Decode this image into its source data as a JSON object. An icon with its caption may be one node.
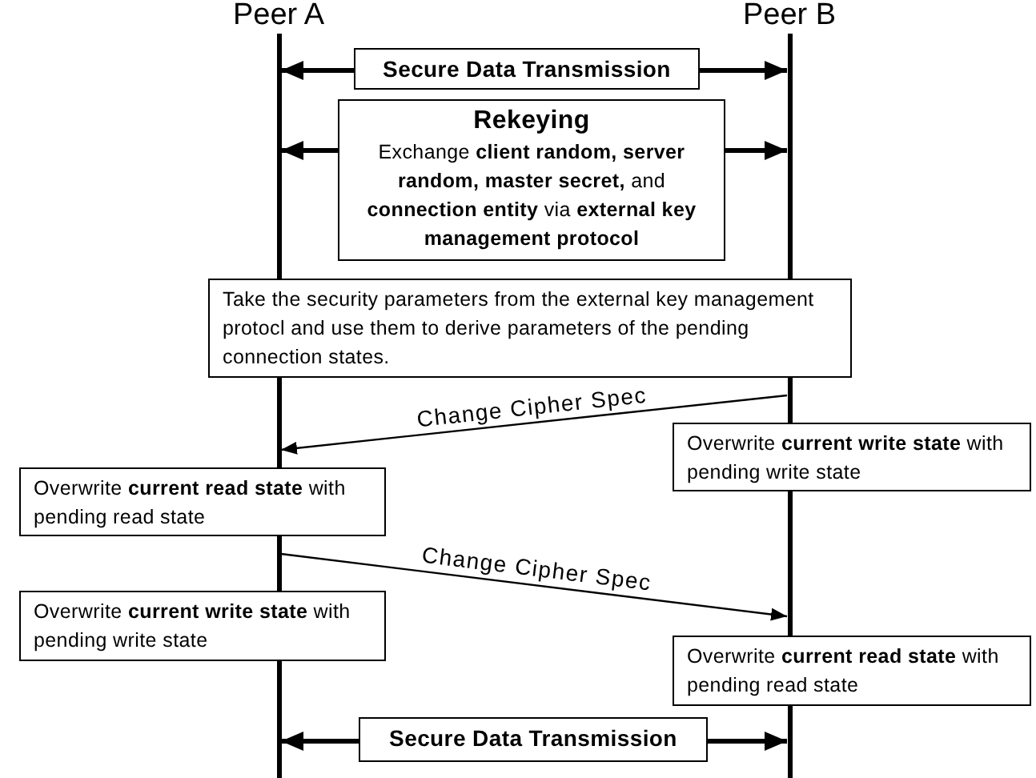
{
  "diagram": {
    "nodes": [
      {
        "text": [
          "Peer A"
        ]
      },
      {
        "text": [
          "Peer B"
        ]
      },
      {
        "text": [
          "Secure Data Transmission"
        ]
      },
      {
        "text": [
          "Rekeying",
          "Exchange **client random, server random, master secret,** and **connection entity** via **external key management protocol**"
        ]
      },
      {
        "text": [
          "Take the security parameters from the external key management protocl and use them to derive parameters of the pending connection states."
        ]
      },
      {
        "text": [
          "Overwrite **current write state** with pending write state"
        ]
      },
      {
        "text": [
          "Overwrite **current read state** with pending read state"
        ]
      },
      {
        "text": [
          "Overwrite **current write state** with pending write state"
        ]
      },
      {
        "text": [
          "Overwrite **current read state** with  pending read state"
        ]
      },
      {
        "text": [
          "Secure Data Transmission"
        ]
      }
    ],
    "edges": [
      {
        "from": 2,
        "to": 0,
        "arrow": "to"
      },
      {
        "from": 2,
        "to": 1,
        "arrow": "to"
      },
      {
        "from": 3,
        "to": 0,
        "arrow": "to"
      },
      {
        "from": 3,
        "to": 1,
        "arrow": "to"
      },
      {
        "from": 1,
        "to": 0,
        "arrow": "to",
        "label": "Change Cipher Spec"
      },
      {
        "from": 0,
        "to": 1,
        "arrow": "to",
        "label": "Change Cipher Spec"
      },
      {
        "from": 9,
        "to": 0,
        "arrow": "to"
      },
      {
        "from": 9,
        "to": 1,
        "arrow": "to"
      }
    ]
  }
}
